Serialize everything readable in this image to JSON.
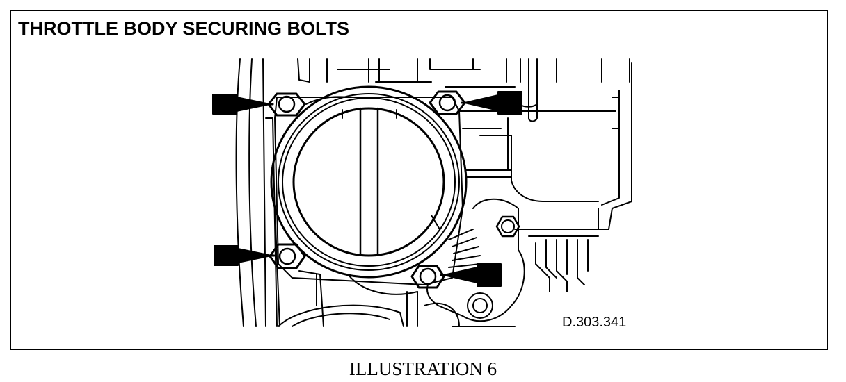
{
  "title": "THROTTLE BODY SECURING BOLTS",
  "reference": "D.303.341",
  "caption": "ILLUSTRATION 6",
  "figure": {
    "subject": "throttle body",
    "bolts": [
      "bolt-top-left",
      "bolt-top-right",
      "bolt-bottom-left",
      "bolt-bottom-right"
    ],
    "arrows": [
      "arrow-top-left",
      "arrow-top-right",
      "arrow-bottom-left",
      "arrow-bottom-right"
    ]
  }
}
